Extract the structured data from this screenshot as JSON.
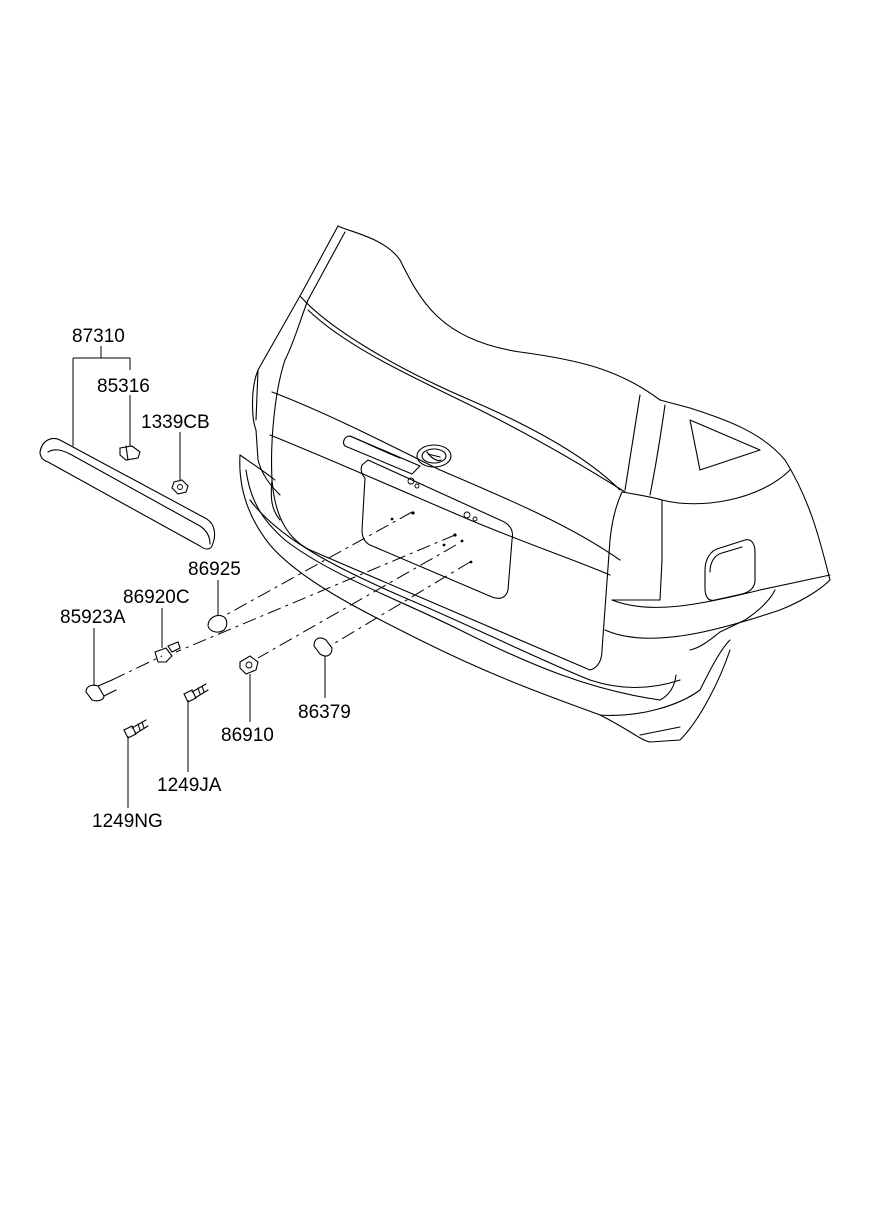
{
  "diagram": {
    "parts": [
      {
        "id": "87310",
        "label": "87310"
      },
      {
        "id": "85316",
        "label": "85316"
      },
      {
        "id": "1339CB",
        "label": "1339CB"
      },
      {
        "id": "86925",
        "label": "86925"
      },
      {
        "id": "86920C",
        "label": "86920C"
      },
      {
        "id": "85923A",
        "label": "85923A"
      },
      {
        "id": "86910",
        "label": "86910"
      },
      {
        "id": "86379",
        "label": "86379"
      },
      {
        "id": "1249JA",
        "label": "1249JA"
      },
      {
        "id": "1249NG",
        "label": "1249NG"
      }
    ],
    "line_color": "#000000",
    "background": "#ffffff"
  }
}
